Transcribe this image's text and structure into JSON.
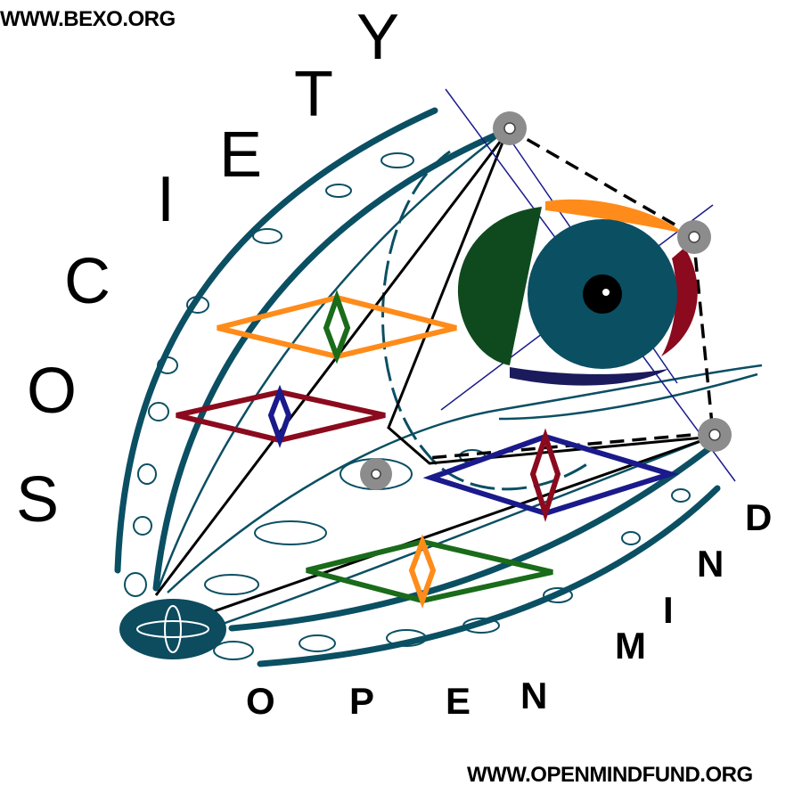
{
  "header": {
    "url": "WWW.BEXO.ORG"
  },
  "footer": {
    "url": "WWW.OPENMINDFUND.ORG"
  },
  "word_society": [
    "S",
    "O",
    "C",
    "I",
    "E",
    "T",
    "Y"
  ],
  "word_open": [
    "O",
    "P",
    "E",
    "N"
  ],
  "word_mind": [
    "M",
    "I",
    "N",
    "D"
  ],
  "colors": {
    "teal": "#0b4f63",
    "dark_teal": "#0d4b5e",
    "orange": "#ff8c1a",
    "dark_red": "#8b0a1e",
    "navy": "#1a1a8c",
    "green": "#1a6b1a",
    "dark_green": "#0f4a1e",
    "gray": "#8c8c8c",
    "black": "#000000"
  },
  "icons": [
    "logo-diagram",
    "eye-icon",
    "network-node-icon"
  ]
}
